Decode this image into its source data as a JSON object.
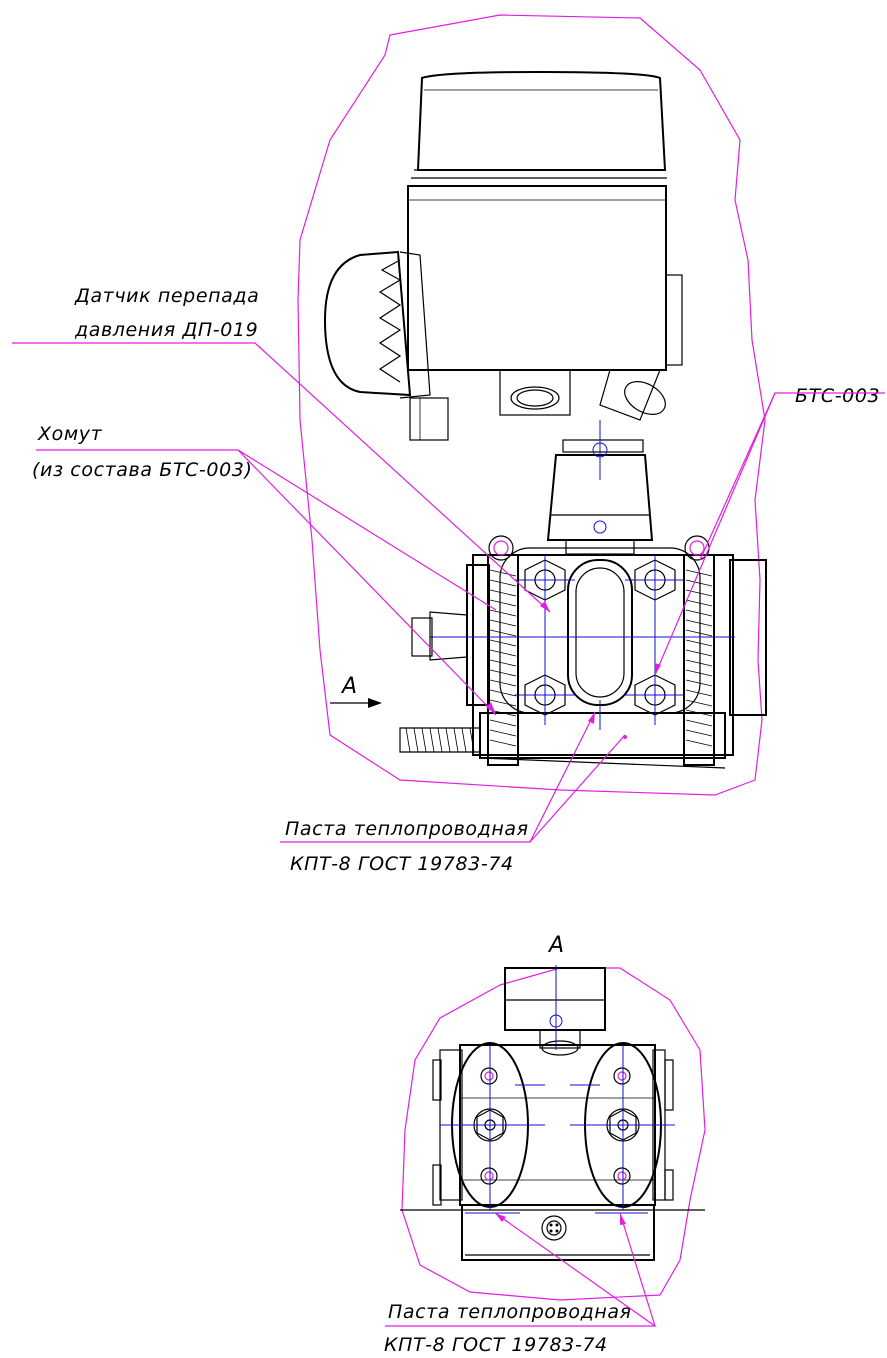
{
  "drawing": {
    "labels": {
      "sensor_line1": "Датчик перепада",
      "sensor_line2": "давления ДП-019",
      "clamp_line1": "Хомут",
      "clamp_line2": "(из состава БТС-003)",
      "bts": "БТС-003",
      "view_arrow": "А",
      "paste_top_line1": "Паста теплопроводная",
      "paste_top_line2": "КПТ-8 ГОСТ 19783-74",
      "view_title": "А",
      "paste_bottom_line1": "Паста теплопроводная",
      "paste_bottom_line2": "КПТ-8 ГОСТ 19783-74"
    },
    "colors": {
      "outline": "#000000",
      "centerline": "#1010d0",
      "leader_and_boundary": "#e21ee2"
    }
  }
}
